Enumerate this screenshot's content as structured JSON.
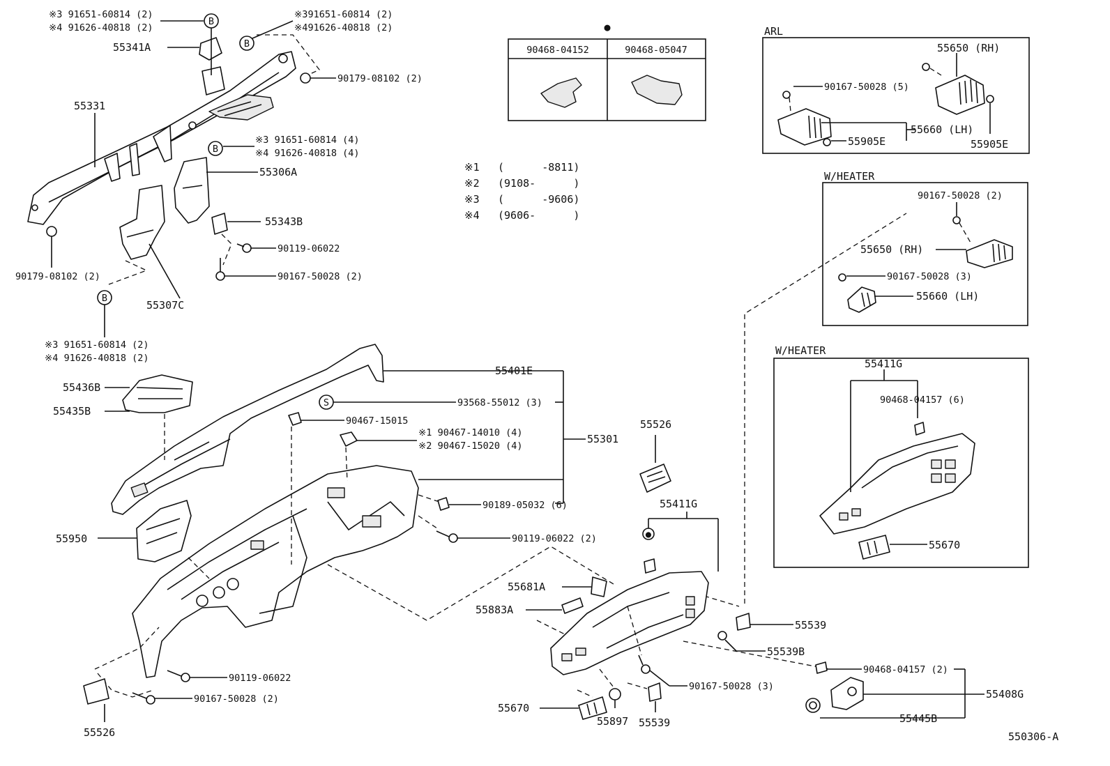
{
  "diagram_id": "550306-A",
  "notes": [
    {
      "mark": "※1",
      "text": "(      -8811)"
    },
    {
      "mark": "※2",
      "text": "(9108-      )"
    },
    {
      "mark": "※3",
      "text": "(      -9606)"
    },
    {
      "mark": "※4",
      "text": "(9606-      )"
    }
  ],
  "clip_table": {
    "marker": "●",
    "cols": [
      "90468-04152",
      "90468-05047"
    ]
  },
  "boxes": {
    "arl": "ARL",
    "heater1": "W/HEATER",
    "heater2": "W/HEATER"
  },
  "labels": {
    "b1_a": "※3 91651-60814 (2)",
    "b1_b": "※4 91626-40818 (2)",
    "b1_mark": "B",
    "p55341A": "55341A",
    "b2_a": "※391651-60814 (2)",
    "b2_b": "※491626-40818 (2)",
    "b2_mark": "B",
    "p90179_top": "90179-08102 (2)",
    "p55331": "55331",
    "b3_a": "※3 91651-60814 (4)",
    "b3_b": "※4 91626-40818 (4)",
    "b3_mark": "B",
    "p55306A": "55306A",
    "p55343B": "55343B",
    "p90119_a": "90119-06022",
    "p90167_a": "90167-50028 (2)",
    "p90179_left": "90179-08102 (2)",
    "p55307C": "55307C",
    "b4_mark": "B",
    "b4_a": "※3 91651-60814 (2)",
    "b4_b": "※4 91626-40818 (2)",
    "p55436B": "55436B",
    "p55435B": "55435B",
    "p55401E": "55401E",
    "s_mark": "S",
    "p93568": "93568-55012 (3)",
    "p90467_15015": "90467-15015",
    "p90467_14010": "※1 90467-14010 (4)",
    "p90467_15020": "※2 90467-15020 (4)",
    "p55301": "55301",
    "p90189": "90189-05032 (6)",
    "p90119_b": "90119-06022 (2)",
    "p55950": "55950",
    "p90119_c": "90119-06022",
    "p90167_b": "90167-50028 (2)",
    "p55526_bl": "55526",
    "p55526_mid": "55526",
    "p55411G_mid": "55411G",
    "dot_mark": "●",
    "p55681A": "55681A",
    "p55883A": "55883A",
    "p55539_r": "55539",
    "p55539B": "55539B",
    "p90167_c": "90167-50028 (3)",
    "p90468_04157_2": "90468-04157 (2)",
    "p55408G": "55408G",
    "p55445B": "55445B",
    "p55670_b": "55670",
    "p55897": "55897",
    "p55539_b": "55539",
    "arl_55650": "55650 (RH)",
    "arl_90167": "90167-50028 (5)",
    "arl_55660": "55660 (LH)",
    "arl_55905E_a": "55905E",
    "arl_55905E_b": "55905E",
    "h1_90167_a": "90167-50028 (2)",
    "h1_55650": "55650 (RH)",
    "h1_90167_b": "90167-50028 (3)",
    "h1_55660": "55660 (LH)",
    "h2_55411G": "55411G",
    "h2_90468": "90468-04157 (6)",
    "h2_55670": "55670"
  }
}
